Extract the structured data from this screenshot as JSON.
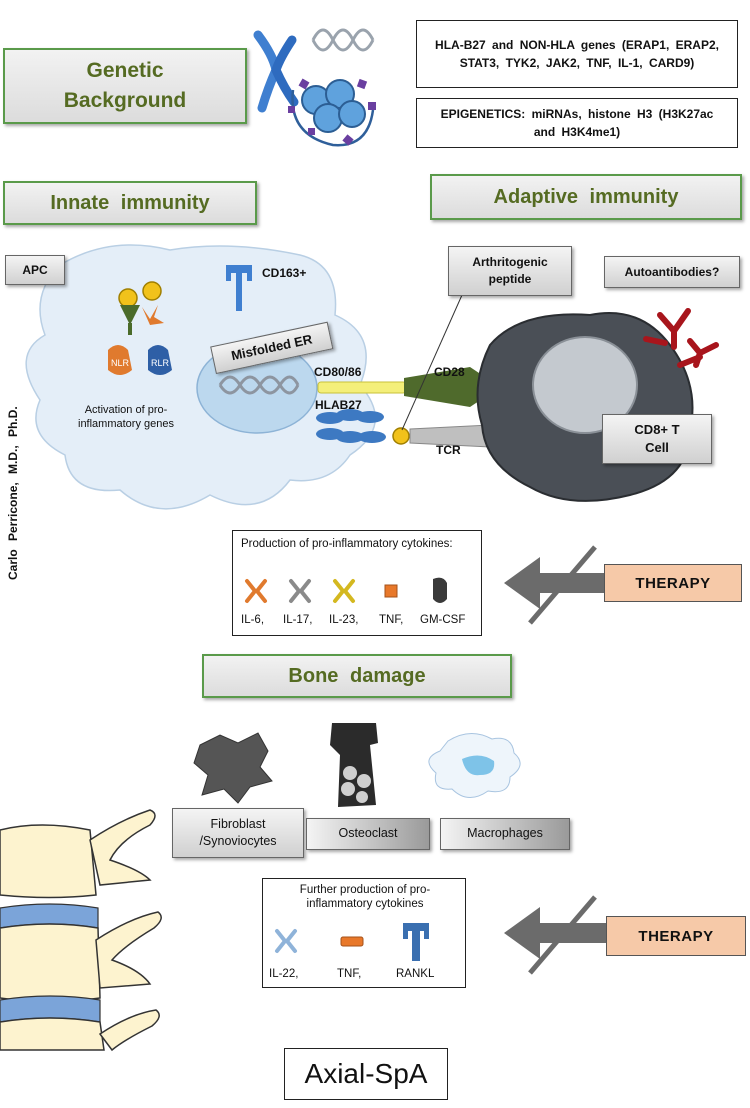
{
  "genetic": {
    "title": "Genetic Background",
    "hla_genes": "HLA-B27 and NON-HLA genes (ERAP1, ERAP2, STAT3, TYK2, JAK2, TNF, IL-1, CARD9)",
    "epigenetics": "EPIGENETICS: miRNAs, histone H3 (H3K27ac and H3K4me1)"
  },
  "innate": {
    "title": "Innate immunity",
    "apc": "APC",
    "cd163": "CD163+",
    "nlr": "NLR",
    "rlr": "RLR",
    "misfolded": "Misfolded ER",
    "activation": "Activation of pro-inflammatory genes"
  },
  "adaptive": {
    "title": "Adaptive immunity",
    "peptide": "Arthritogenic peptide",
    "autoantibodies": "Autoantibodies?",
    "cd8086": "CD80/86",
    "cd28": "CD28",
    "hlab27": "HLAB27",
    "tcr": "TCR",
    "cd8": "CD8+ T Cell"
  },
  "author": "Carlo Perricone, M.D., Ph.D.",
  "cytokines1": {
    "title": "Production of pro-inflammatory cytokines:",
    "items": [
      "IL-6,",
      "IL-17,",
      "IL-23,",
      "TNF,",
      "GM-CSF"
    ],
    "colors": [
      "#e07a2e",
      "#8a8a8a",
      "#d4b820",
      "#e8782a",
      "#3a3a3a"
    ]
  },
  "therapy": "THERAPY",
  "bone": {
    "title": "Bone damage",
    "fibroblast": "Fibroblast /Synoviocytes",
    "osteoclast": "Osteoclast",
    "macrophages": "Macrophages"
  },
  "cytokines2": {
    "title": "Further production of pro-inflammatory cytokines",
    "items": [
      "IL-22,",
      "TNF,",
      "RANKL"
    ],
    "colors": [
      "#8fb3d9",
      "#e8782a",
      "#3a6fb0"
    ]
  },
  "footer": "Axial-SpA"
}
